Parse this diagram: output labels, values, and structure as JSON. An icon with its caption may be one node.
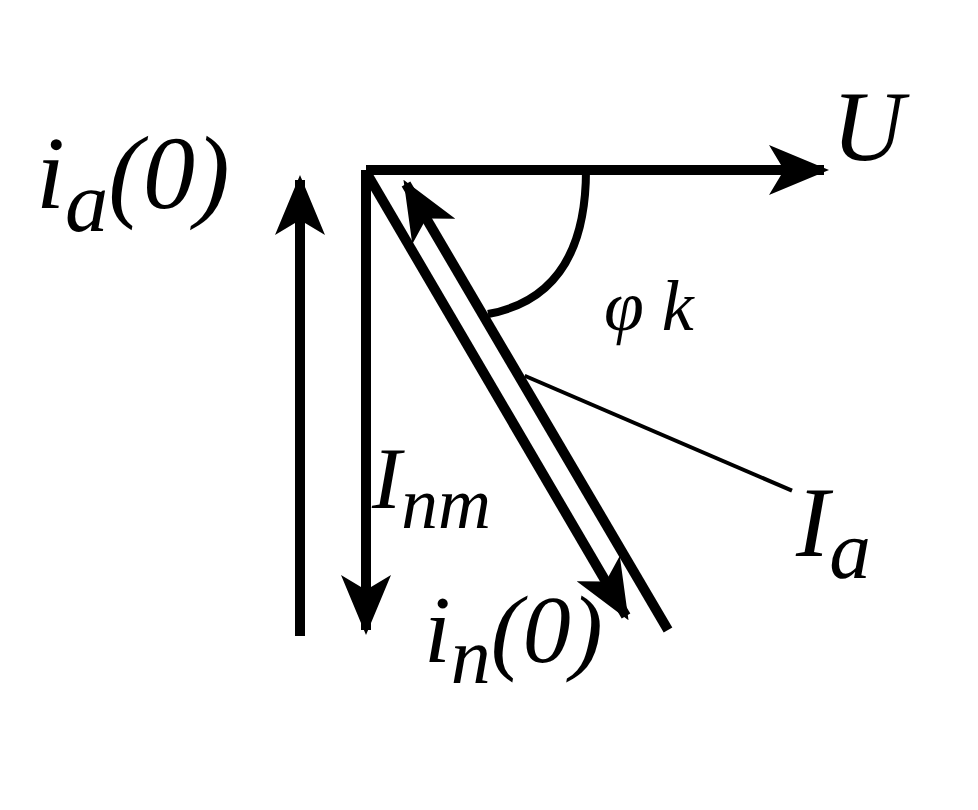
{
  "diagram": {
    "nodes": [
      {
        "text": [
          "I$_{a}$"
        ]
      },
      {
        "text": [],
        "shape": "arrow"
      }
    ],
    "edges": [
      {
        "from": 0,
        "to": 1,
        "arrow": "none"
      }
    ],
    "labels": [
      "i$_{a}$(0)",
      "U",
      "φ *k*",
      "I$_{nm}$",
      "i$_{n}$(0)"
    ]
  }
}
